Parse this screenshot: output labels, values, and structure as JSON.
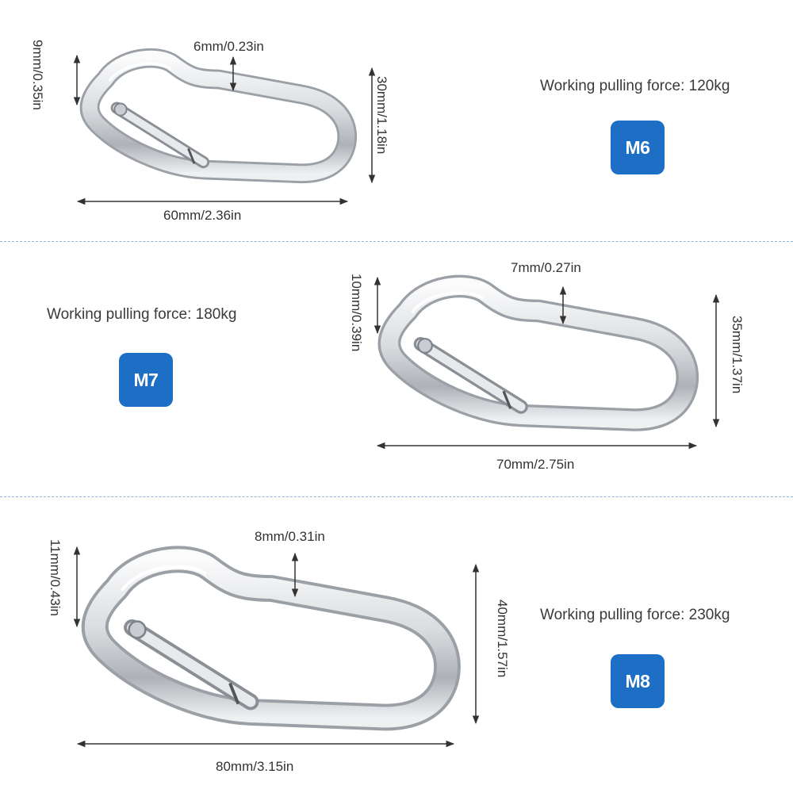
{
  "colors": {
    "badge": "#1c6fc4",
    "divider": "#8fb4d6",
    "metal_light": "#f4f5f7",
    "metal_dark": "#8a8f96"
  },
  "items": [
    {
      "size_label": "M6",
      "force_label": "Working pulling force: 120kg",
      "length_label": "60mm/2.36in",
      "height_label": "30mm/1.18in",
      "thickness_label": "6mm/0.23in",
      "gap_label": "9mm/0.35in"
    },
    {
      "size_label": "M7",
      "force_label": "Working pulling force: 180kg",
      "length_label": "70mm/2.75in",
      "height_label": "35mm/1.37in",
      "thickness_label": "7mm/0.27in",
      "gap_label": "10mm/0.39in"
    },
    {
      "size_label": "M8",
      "force_label": "Working pulling force: 230kg",
      "length_label": "80mm/3.15in",
      "height_label": "40mm/1.57in",
      "thickness_label": "8mm/0.31in",
      "gap_label": "11mm/0.43in"
    }
  ]
}
